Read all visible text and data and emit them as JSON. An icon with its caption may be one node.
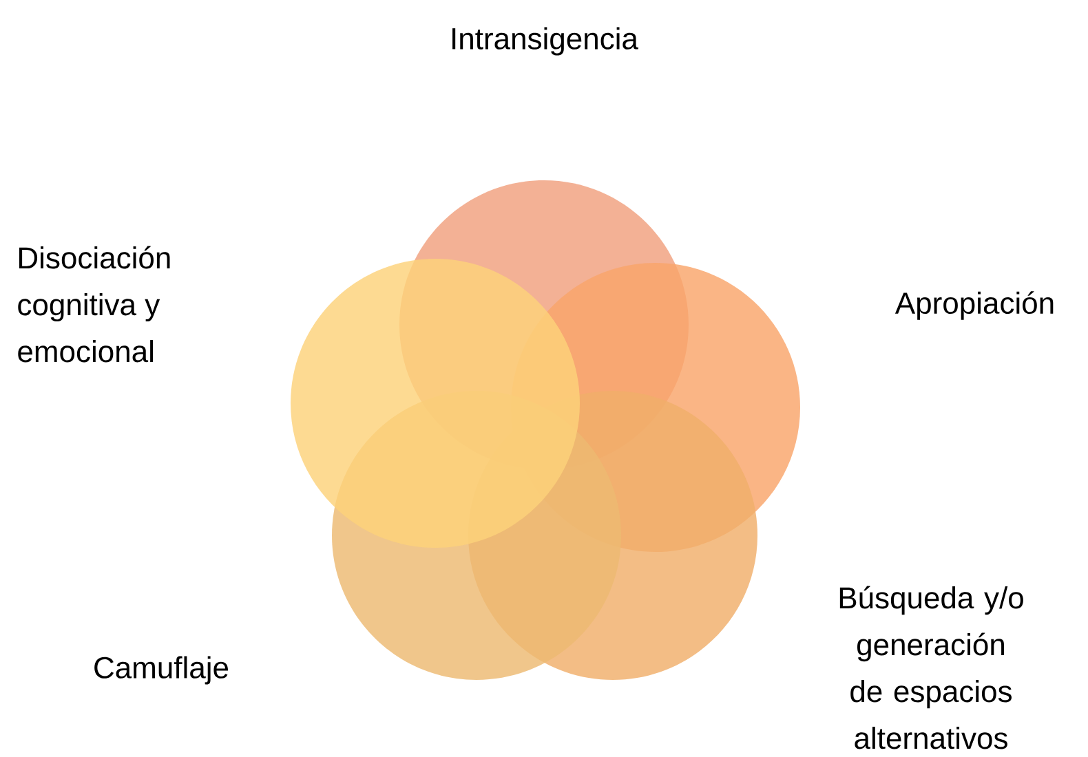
{
  "diagram": {
    "labels": [
      "Intransigencia",
      "Disociación cognitiva y emocional",
      "Apropiación",
      "Búsqueda y/o generación de espacios alternativos",
      "Camuflaje"
    ]
  }
}
